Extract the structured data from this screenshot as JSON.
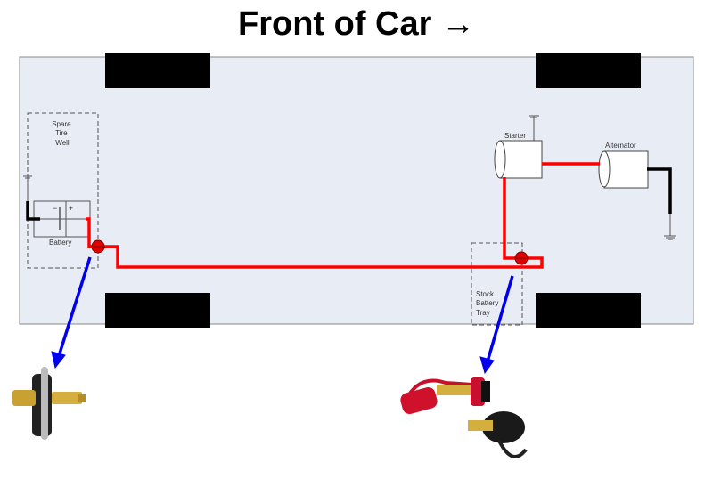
{
  "title": "Front of Car →",
  "labels": {
    "spare_tire_well": [
      "Spare",
      "Tire",
      "Well"
    ],
    "battery": "Battery",
    "battery_minus": "−",
    "battery_plus": "+",
    "starter": "Starter",
    "alternator": "Alternator",
    "stock_battery_tray": [
      "Stock",
      "Battery",
      "Tray"
    ]
  },
  "colors": {
    "positive_wire": "#ff0000",
    "ground_wire": "#000000",
    "arrow": "#0000ee",
    "body": "#e8ecf5"
  }
}
